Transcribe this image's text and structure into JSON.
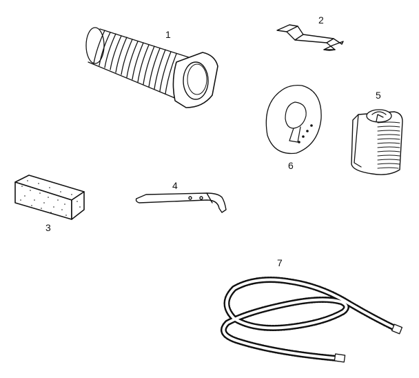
{
  "colors": {
    "ink": "#111111",
    "paper": "#ffffff"
  },
  "parts": [
    {
      "number": "1",
      "name": "corrugated-duct-sleeve"
    },
    {
      "number": "2",
      "name": "mounting-bracket"
    },
    {
      "number": "3",
      "name": "foam-block"
    },
    {
      "number": "4",
      "name": "latch-rod"
    },
    {
      "number": "5",
      "name": "coiled-hose-canister"
    },
    {
      "number": "6",
      "name": "ring-plate"
    },
    {
      "number": "7",
      "name": "corrugated-hose"
    }
  ]
}
